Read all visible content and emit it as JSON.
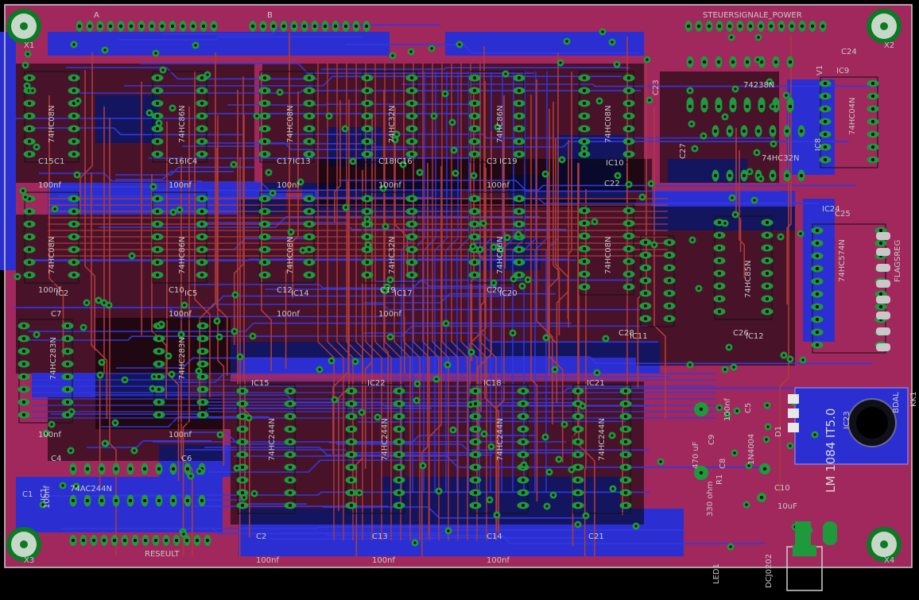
{
  "colors": {
    "background": "#000000",
    "pour": "#a0285c",
    "bottom_copper": "#2b2fd2",
    "top_trace": "#b03a3a",
    "bottom_trace": "#3338e0",
    "pad": "#1e9a3c",
    "label": "#c8c8c8",
    "outline": "#d0d0d0"
  },
  "header_labels": [
    {
      "id": "hdr-a",
      "text": "A"
    },
    {
      "id": "hdr-b",
      "text": "B"
    },
    {
      "id": "hdr-steuer",
      "text": "STEUERSIGNALE_POWER"
    },
    {
      "id": "hdr-reseult",
      "text": "RESEULT"
    },
    {
      "id": "hdr-flagsreg",
      "text": "FLAGSREG"
    }
  ],
  "ic_labels": [
    {
      "id": "ic-74hc08n-1",
      "text": "74HC08N"
    },
    {
      "id": "ic-74hc86n-1",
      "text": "74HC86N"
    },
    {
      "id": "ic-74hc08n-2",
      "text": "74HC08N"
    },
    {
      "id": "ic-74hc32n-1",
      "text": "74HC32N"
    },
    {
      "id": "ic-74hc86n-2",
      "text": "74HC86N"
    },
    {
      "id": "ic-74hc08n-3",
      "text": "74HC08N"
    },
    {
      "id": "ic-74hc238n",
      "text": "74238N"
    },
    {
      "id": "ic-74hc04n",
      "text": "74HC04N"
    },
    {
      "id": "ic-74hc32n-2",
      "text": "74HC32N"
    },
    {
      "id": "ic-74hc08n-4",
      "text": "74HC08N"
    },
    {
      "id": "ic-74hc86n-3",
      "text": "74HC86N"
    },
    {
      "id": "ic-74hc08n-5",
      "text": "74HC08N"
    },
    {
      "id": "ic-74hc32n-3",
      "text": "74HC32N"
    },
    {
      "id": "ic-74hc86n-4",
      "text": "74HC86N"
    },
    {
      "id": "ic-74hc08n-6",
      "text": "74HC08N"
    },
    {
      "id": "ic-74hc85n",
      "text": "74HC85N"
    },
    {
      "id": "ic-74hc574n",
      "text": "74HC574N"
    },
    {
      "id": "ic-74hc283n-1",
      "text": "74HC283N"
    },
    {
      "id": "ic-74hc283n-2",
      "text": "74HC283N"
    },
    {
      "id": "ic-74hc244n-1",
      "text": "74HC244N"
    },
    {
      "id": "ic-74hc244n-2",
      "text": "74HC244N"
    },
    {
      "id": "ic-74hc244n-3",
      "text": "74HC244N"
    },
    {
      "id": "ic-74hc244n-4",
      "text": "74HC244N"
    },
    {
      "id": "ic-74ac244n",
      "text": "74AC244N"
    },
    {
      "id": "ic-lm1084",
      "text": "LM 1084 IT5.0"
    }
  ],
  "refdes_labels": [
    {
      "id": "rd-c15",
      "text": "C15"
    },
    {
      "id": "rd-c1a",
      "text": "C1"
    },
    {
      "id": "rd-c16",
      "text": "C16"
    },
    {
      "id": "rd-ic4",
      "text": "IC4"
    },
    {
      "id": "rd-c17",
      "text": "C17"
    },
    {
      "id": "rd-ic13",
      "text": "IC13"
    },
    {
      "id": "rd-c18",
      "text": "C18"
    },
    {
      "id": "rd-ic16",
      "text": "IC16"
    },
    {
      "id": "rd-c3",
      "text": "C3"
    },
    {
      "id": "rd-ic19",
      "text": "IC19"
    },
    {
      "id": "rd-ic10",
      "text": "IC10"
    },
    {
      "id": "rd-c22",
      "text": "C22"
    },
    {
      "id": "rd-c23",
      "text": "C23"
    },
    {
      "id": "rd-c27",
      "text": "C27"
    },
    {
      "id": "rd-c24",
      "text": "C24"
    },
    {
      "id": "rd-ic9",
      "text": "IC9"
    },
    {
      "id": "rd-ic8",
      "text": "IC8"
    },
    {
      "id": "rd-ic24",
      "text": "IC24"
    },
    {
      "id": "rd-c25",
      "text": "C25"
    },
    {
      "id": "rd-ic2",
      "text": "IC2"
    },
    {
      "id": "rd-c7",
      "text": "C7"
    },
    {
      "id": "rd-c10a",
      "text": "C10"
    },
    {
      "id": "rd-ic5",
      "text": "IC5"
    },
    {
      "id": "rd-c12",
      "text": "C12"
    },
    {
      "id": "rd-ic14",
      "text": "IC14"
    },
    {
      "id": "rd-c19",
      "text": "C19"
    },
    {
      "id": "rd-ic17",
      "text": "IC17"
    },
    {
      "id": "rd-c20",
      "text": "C20"
    },
    {
      "id": "rd-ic20",
      "text": "IC20"
    },
    {
      "id": "rd-c28",
      "text": "C28"
    },
    {
      "id": "rd-ic11",
      "text": "IC11"
    },
    {
      "id": "rd-c26",
      "text": "C26"
    },
    {
      "id": "rd-ic12",
      "text": "IC12"
    },
    {
      "id": "rd-ic15",
      "text": "IC15"
    },
    {
      "id": "rd-ic22",
      "text": "IC22"
    },
    {
      "id": "rd-ic18",
      "text": "IC18"
    },
    {
      "id": "rd-ic21",
      "text": "IC21"
    },
    {
      "id": "rd-c4",
      "text": "C4"
    },
    {
      "id": "rd-c6",
      "text": "C6"
    },
    {
      "id": "rd-c1b",
      "text": "C1"
    },
    {
      "id": "rd-c2",
      "text": "C2"
    },
    {
      "id": "rd-c13",
      "text": "C13"
    },
    {
      "id": "rd-c14",
      "text": "C14"
    },
    {
      "id": "rd-c21",
      "text": "C21"
    },
    {
      "id": "rd-c9",
      "text": "C9"
    },
    {
      "id": "rd-c8",
      "text": "C8"
    },
    {
      "id": "rd-c5",
      "text": "C5"
    },
    {
      "id": "rd-r1",
      "text": "R1"
    },
    {
      "id": "rd-c10b",
      "text": "C10"
    },
    {
      "id": "rd-ic23",
      "text": "IC23"
    },
    {
      "id": "rd-led1",
      "text": "LED1"
    },
    {
      "id": "rd-dcj",
      "text": "DCJ0202"
    },
    {
      "id": "rd-v1",
      "text": "V1"
    },
    {
      "id": "rd-d1",
      "text": "D1"
    },
    {
      "id": "rd-x1",
      "text": "X1"
    },
    {
      "id": "rd-x2",
      "text": "X2"
    },
    {
      "id": "rd-x3",
      "text": "X3"
    },
    {
      "id": "rd-x4",
      "text": "X4"
    },
    {
      "id": "rd-kk1",
      "text": "KK1"
    },
    {
      "id": "rd-ic1",
      "text": "IC1"
    }
  ],
  "value_labels": [
    {
      "id": "v-100nf-1",
      "text": "100nf"
    },
    {
      "id": "v-100nf-2",
      "text": "100nf"
    },
    {
      "id": "v-100nf-3",
      "text": "100nf"
    },
    {
      "id": "v-100nf-4",
      "text": "100nf"
    },
    {
      "id": "v-100nf-5",
      "text": "100nf"
    },
    {
      "id": "v-100nf-6",
      "text": "100nf"
    },
    {
      "id": "v-100nf-7",
      "text": "100nf"
    },
    {
      "id": "v-100nf-8",
      "text": "100nf"
    },
    {
      "id": "v-100nf-9",
      "text": "100nf"
    },
    {
      "id": "v-100nf-10",
      "text": "100nf"
    },
    {
      "id": "v-100nf-11",
      "text": "100nf"
    },
    {
      "id": "v-100nf-12",
      "text": "100nf"
    },
    {
      "id": "v-100nf-13",
      "text": "100nf"
    },
    {
      "id": "v-100nf-14",
      "text": "100nf"
    },
    {
      "id": "v-470uf",
      "text": "470 uF"
    },
    {
      "id": "v-100nf-15",
      "text": "100nf"
    },
    {
      "id": "v-1n4004",
      "text": "1N4004"
    },
    {
      "id": "v-10uf",
      "text": "10uF"
    },
    {
      "id": "v-330ohm",
      "text": "330 ohm"
    },
    {
      "id": "v-100nf-16",
      "text": "100nf"
    },
    {
      "id": "v-bdal",
      "text": "BDAL"
    }
  ]
}
